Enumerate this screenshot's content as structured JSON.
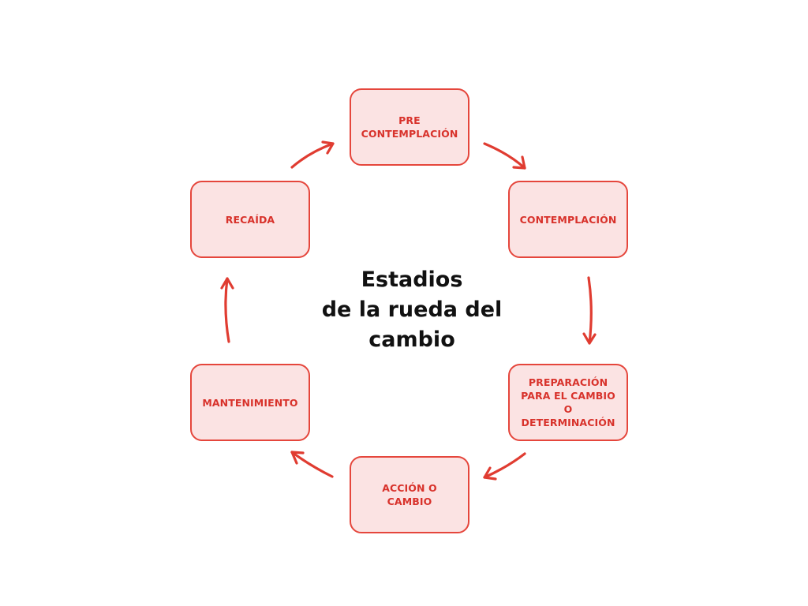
{
  "diagram": {
    "title": "Estadios\nde la rueda del\ncambio",
    "stages": [
      {
        "id": "pre-contemplacion",
        "label": "PRE\nCONTEMPLACIÓN"
      },
      {
        "id": "contemplacion",
        "label": "CONTEMPLACIÓN"
      },
      {
        "id": "preparacion",
        "label": "PREPARACIÓN\nPARA EL CAMBIO\nO\nDETERMINACIÓN"
      },
      {
        "id": "accion",
        "label": "ACCIÓN O\nCAMBIO"
      },
      {
        "id": "mantenimiento",
        "label": "MANTENIMIENTO"
      },
      {
        "id": "recaida",
        "label": "RECAÍDA"
      }
    ],
    "colors": {
      "box_fill": "#fbe3e3",
      "box_border": "#e5463c",
      "label_text": "#d8322b",
      "arrow": "#e03c31",
      "title_text": "#111111"
    }
  }
}
